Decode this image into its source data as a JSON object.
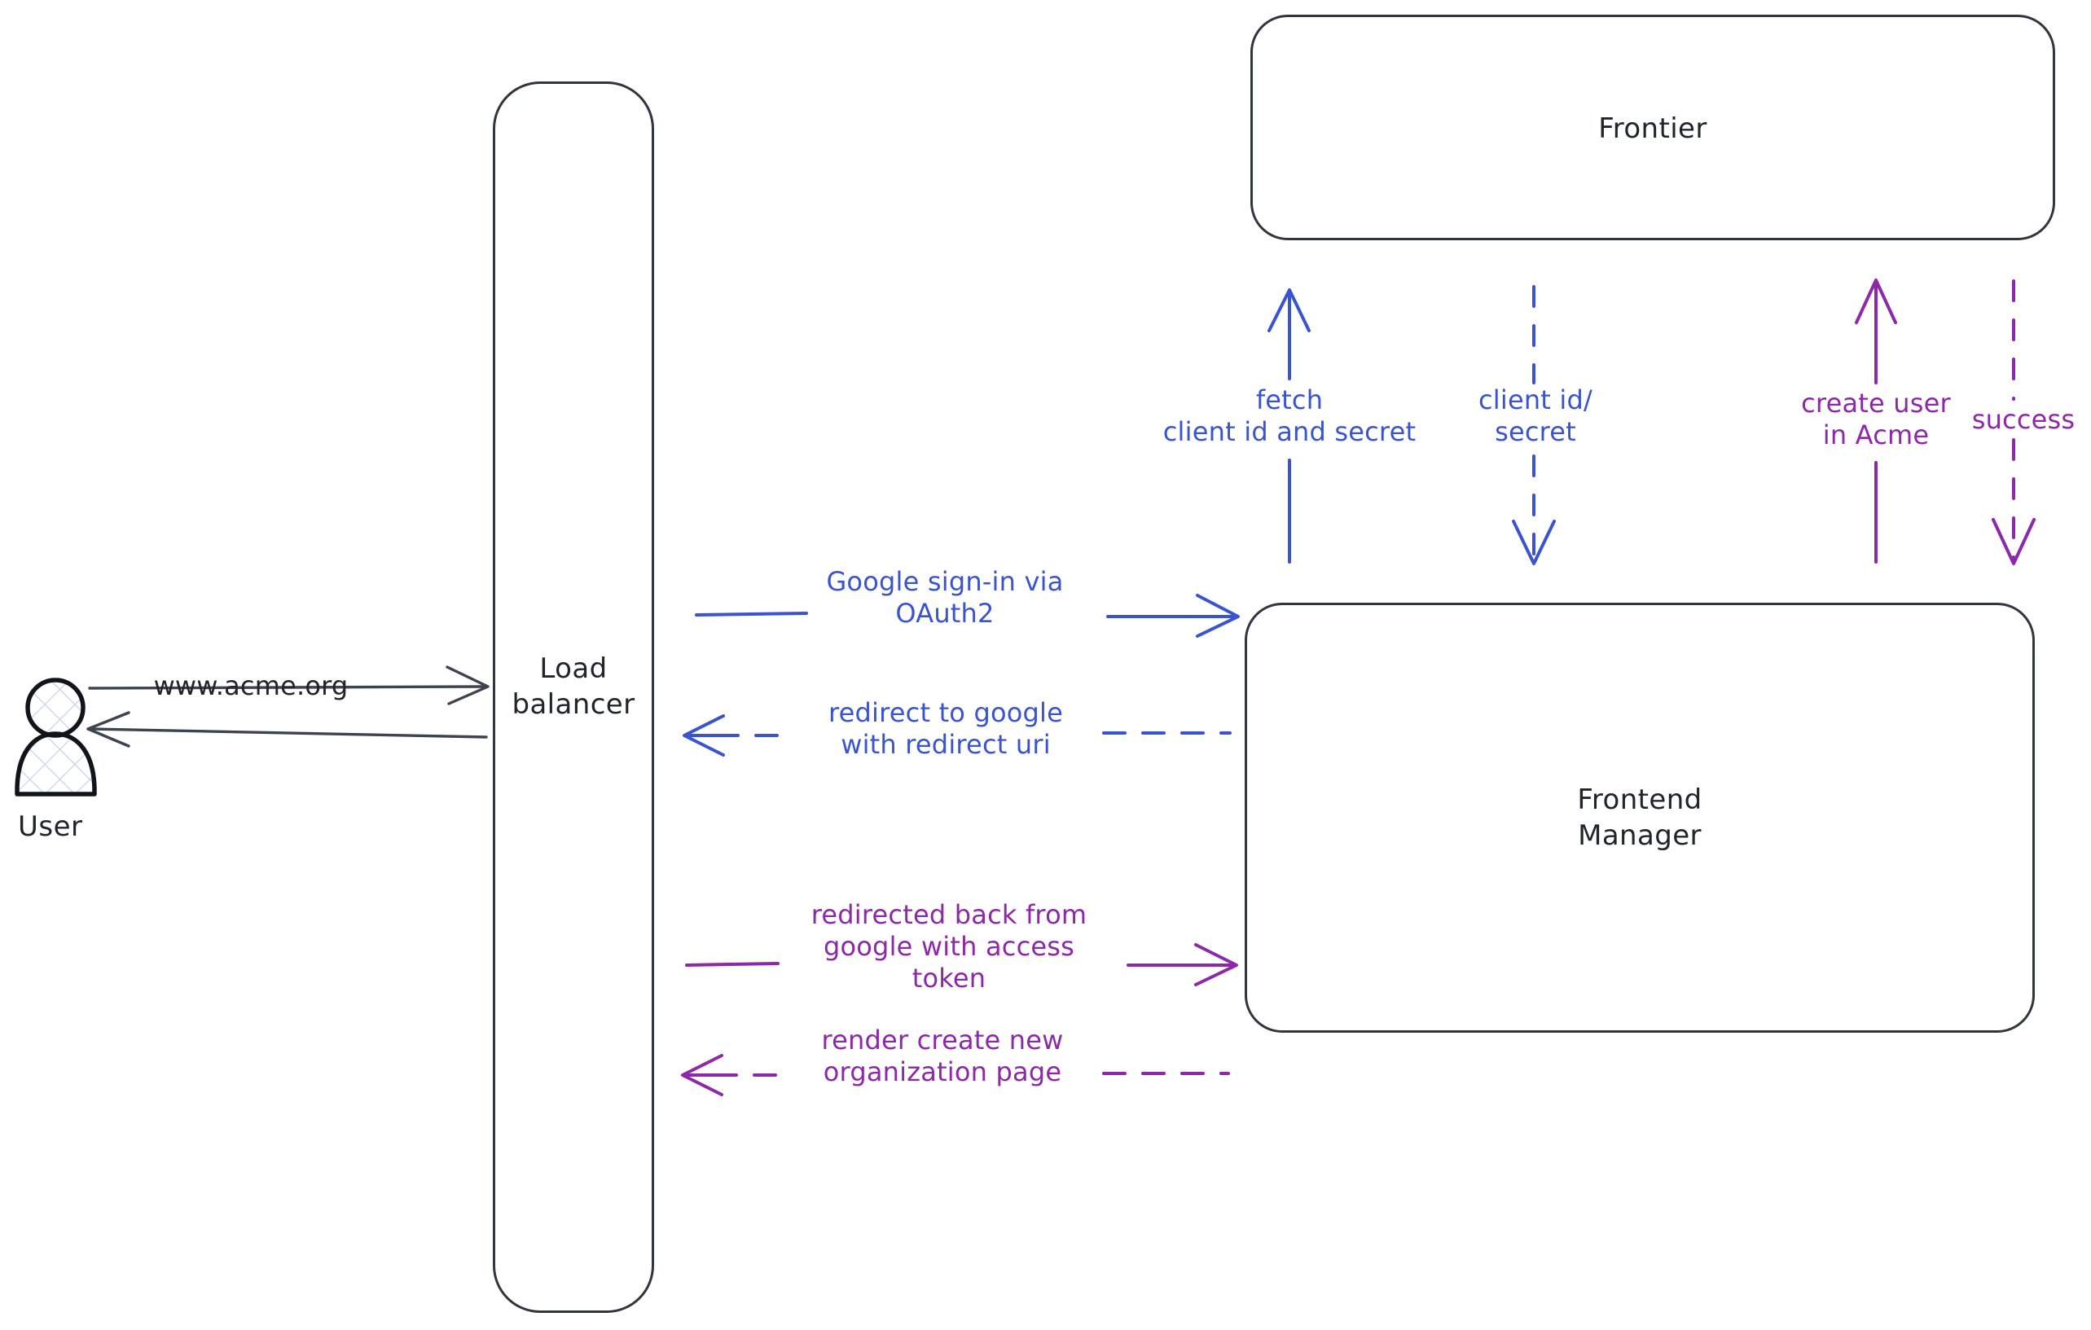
{
  "diagram": {
    "type": "sequence-architecture-flow",
    "title": "Google OAuth2 sign-in flow",
    "colors": {
      "stroke_dark": "#31353d",
      "text_dark": "#21252b",
      "blue": "#3a54d0",
      "purple": "#8d28a8",
      "background": "#ffffff",
      "hatch": "#c5d3e8"
    }
  },
  "actors": [
    {
      "id": "user",
      "name": "user-actor",
      "caption": "User",
      "shape": "person-hatched"
    }
  ],
  "nodes": [
    {
      "id": "load-balancer",
      "label": "Load\nbalancer",
      "shape": "rounded-rect-tall"
    },
    {
      "id": "frontier",
      "label": "Frontier",
      "shape": "rounded-rect"
    },
    {
      "id": "frontend-manager",
      "label": "Frontend\nManager",
      "shape": "rounded-rect"
    }
  ],
  "edges": [
    {
      "id": "user-to-lb",
      "label": "www.acme.org",
      "color": "dark",
      "style": "solid",
      "direction": "right",
      "from": "user",
      "to": "load-balancer"
    },
    {
      "id": "lb-to-user",
      "label": "",
      "color": "dark",
      "style": "solid",
      "direction": "left",
      "from": "load-balancer",
      "to": "user"
    },
    {
      "id": "lb-to-fm-signin",
      "label": "Google sign-in via\nOAuth2",
      "color": "blue",
      "style": "solid",
      "direction": "right",
      "from": "load-balancer",
      "to": "frontend-manager"
    },
    {
      "id": "fm-to-lb-redirect",
      "label": "redirect to google\nwith redirect uri",
      "color": "blue",
      "style": "dashed",
      "direction": "left",
      "from": "frontend-manager",
      "to": "load-balancer"
    },
    {
      "id": "lb-to-fm-token",
      "label": "redirected back from\ngoogle with access\ntoken",
      "color": "purple",
      "style": "solid",
      "direction": "right",
      "from": "load-balancer",
      "to": "frontend-manager"
    },
    {
      "id": "fm-to-lb-render",
      "label": "render create new\norganization page",
      "color": "purple",
      "style": "dashed",
      "direction": "left",
      "from": "frontend-manager",
      "to": "load-balancer"
    },
    {
      "id": "fm-to-frontier-fetch",
      "label": "fetch\nclient id and secret",
      "color": "blue",
      "style": "solid",
      "direction": "up",
      "from": "frontend-manager",
      "to": "frontier"
    },
    {
      "id": "frontier-to-fm-clientid",
      "label": "client id/\nsecret",
      "color": "blue",
      "style": "dashed",
      "direction": "down",
      "from": "frontier",
      "to": "frontend-manager"
    },
    {
      "id": "fm-to-frontier-create",
      "label": "create user\nin Acme",
      "color": "purple",
      "style": "solid",
      "direction": "up",
      "from": "frontend-manager",
      "to": "frontier"
    },
    {
      "id": "frontier-to-fm-success",
      "label": "success",
      "color": "purple",
      "style": "dashed",
      "direction": "down",
      "from": "frontier",
      "to": "frontend-manager"
    }
  ]
}
